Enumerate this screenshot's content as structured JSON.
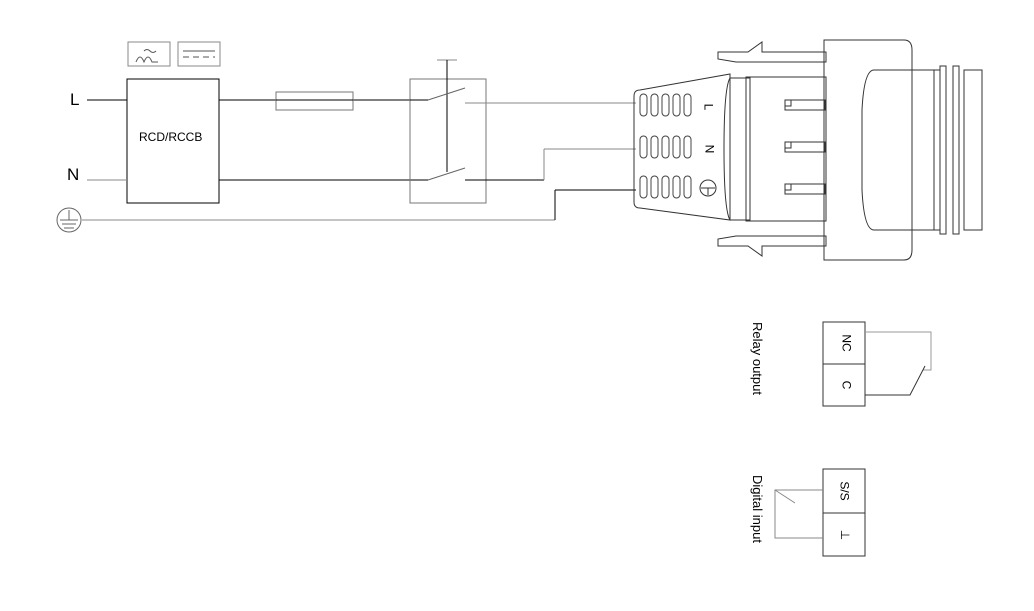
{
  "wiring": {
    "line_label": "L",
    "neutral_label": "N",
    "earth_symbol": "earth-ground",
    "rcd_label": "RCD/RCCB",
    "rcd_type_icons": [
      "ac-pulsating-symbol",
      "dc-symbol"
    ],
    "fuse": "fuse",
    "switch": "double-pole-switch"
  },
  "connector": {
    "pin_labels": [
      "L",
      "N",
      "earth"
    ]
  },
  "relay_output": {
    "title": "Relay output",
    "terminals": [
      "NC",
      "C"
    ]
  },
  "digital_input": {
    "title": "Digital input",
    "terminals": [
      "S/S",
      "⊥"
    ]
  },
  "colors": {
    "line_dark": "#000000",
    "line_gray": "#808080"
  }
}
